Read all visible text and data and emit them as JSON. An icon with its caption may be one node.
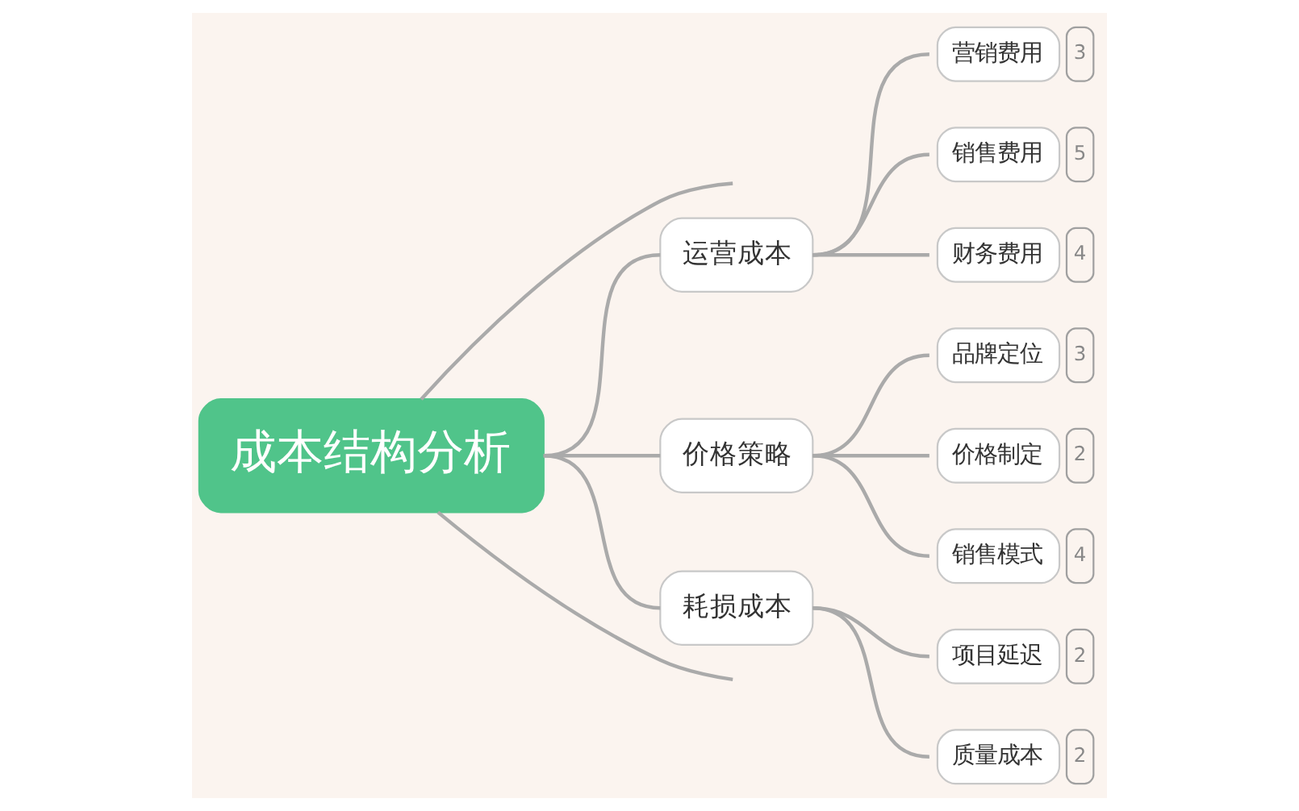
{
  "diagram": {
    "nodes": [
      {
        "text": [
          "成本结构分析"
        ]
      },
      {
        "text": [
          "运营成本"
        ]
      },
      {
        "text": [
          "营销费用"
        ],
        "beside": [
          "3"
        ]
      },
      {
        "text": [
          "销售费用"
        ],
        "beside": [
          "5"
        ]
      },
      {
        "text": [
          "财务费用"
        ],
        "beside": [
          "4"
        ]
      },
      {
        "text": [
          "价格策略"
        ]
      },
      {
        "text": [
          "品牌定位"
        ],
        "beside": [
          "3"
        ]
      },
      {
        "text": [
          "价格制定"
        ],
        "beside": [
          "2"
        ]
      },
      {
        "text": [
          "销售模式"
        ],
        "beside": [
          "4"
        ]
      },
      {
        "text": [
          "耗损成本"
        ]
      },
      {
        "text": [
          "项目延迟"
        ],
        "beside": [
          "2"
        ]
      },
      {
        "text": [
          "质量成本"
        ],
        "beside": [
          "2"
        ]
      }
    ],
    "edges": [
      {
        "from": 0,
        "to": null,
        "arrow": "none"
      },
      {
        "from": 0,
        "to": 1,
        "arrow": "none"
      },
      {
        "from": 0,
        "to": 5,
        "arrow": "none"
      },
      {
        "from": 0,
        "to": 9,
        "arrow": "none"
      },
      {
        "from": 0,
        "to": null,
        "arrow": "none"
      },
      {
        "from": 1,
        "to": 2,
        "arrow": "none"
      },
      {
        "from": 1,
        "to": 3,
        "arrow": "none"
      },
      {
        "from": 1,
        "to": 4,
        "arrow": "none"
      },
      {
        "from": 5,
        "to": 6,
        "arrow": "none"
      },
      {
        "from": 5,
        "to": 7,
        "arrow": "none"
      },
      {
        "from": 5,
        "to": 8,
        "arrow": "none"
      },
      {
        "from": 9,
        "to": 10,
        "arrow": "none"
      },
      {
        "from": 9,
        "to": 11,
        "arrow": "none"
      }
    ]
  }
}
